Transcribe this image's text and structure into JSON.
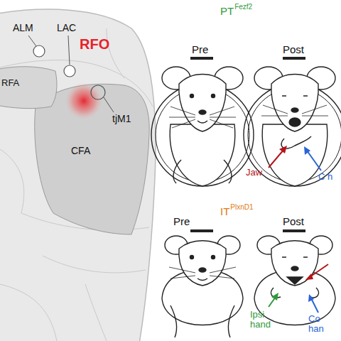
{
  "diagram": {
    "labels": [
      "ALM",
      "LAC",
      "RFA",
      "RFO",
      "tjM1",
      "CFA",
      "Pre",
      "PT",
      "Fezf2",
      "Post",
      "Jaw",
      "C h",
      "IT",
      "PlxnD1",
      "Pre",
      "Post",
      "Ipsi hand",
      "Co han"
    ]
  }
}
